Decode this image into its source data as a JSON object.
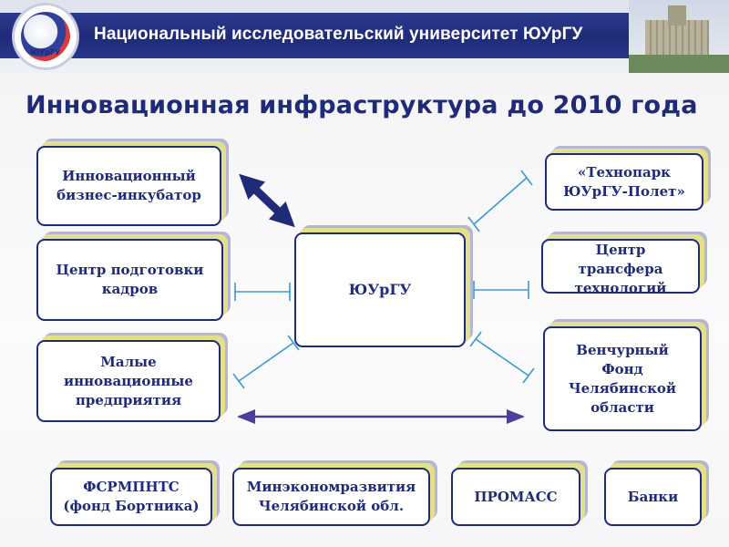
{
  "header": {
    "title": "Национальный исследовательский университет ЮУрГУ",
    "logo_text": "ЮУрГУ"
  },
  "page_title": "Инновационная инфраструктура до 2010 года",
  "nodes": {
    "incubator": "Инновационный\nбизнес-инкубатор",
    "training": "Центр подготовки\nкадров",
    "small": "Малые\nинновационные\nпредприятия",
    "center": "ЮУрГУ",
    "technopark": "«Технопарк\nЮУрГУ-Полет»",
    "transfer": "Центр\nтрансфера\nтехнологий",
    "venture": "Венчурный\nФонд\nЧелябинской\nобласти",
    "fsr": "ФСРМПНТС\n(фонд Бортника)",
    "minecon": "Минэкономразвития\nЧелябинской обл.",
    "promass": "ПРОМАСС",
    "banks": "Банки"
  },
  "colors": {
    "navy": "#1f2b78",
    "band": "#2d3a8e",
    "connector": "#3a9bd3",
    "shadow_yellow": "#e3e08c",
    "shadow_lilac": "#b6b6d4"
  }
}
